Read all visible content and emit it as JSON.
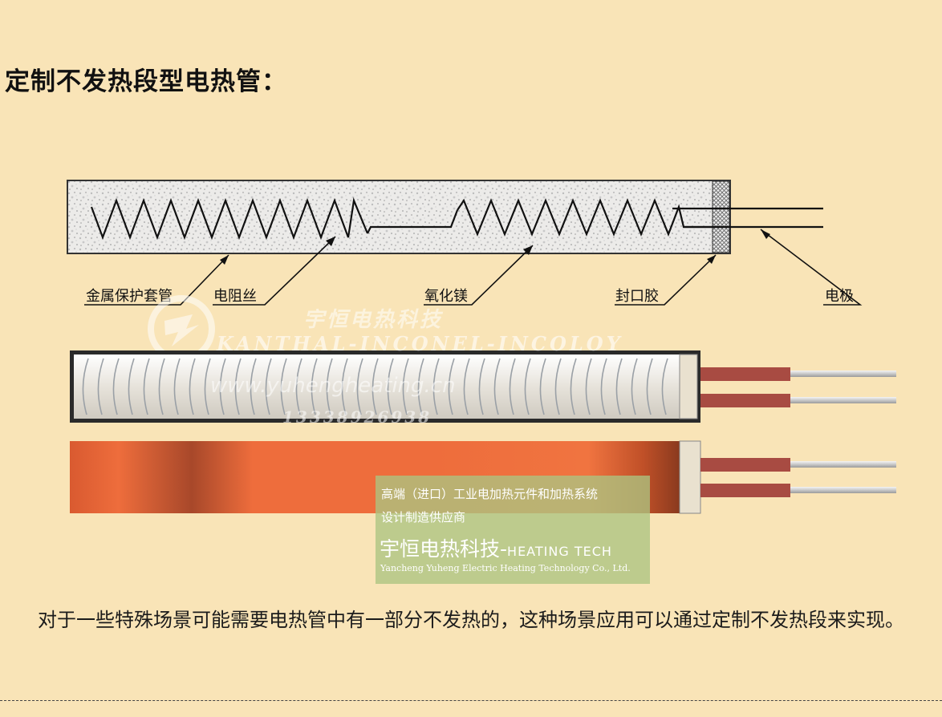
{
  "title": "定制不发热段型电热管：",
  "diagram": {
    "labels": {
      "sheath": "金属保护套管",
      "resistance_wire": "电阻丝",
      "magnesium_oxide": "氧化镁",
      "seal": "封口胶",
      "electrode": "电极"
    }
  },
  "watermark": {
    "company_cn": "宇恒电热科技",
    "brands": "KANTHAL-INCONEL-INCOLOY",
    "website": "www.yuhengheating.cn",
    "phone": "13338926938"
  },
  "ad": {
    "line1": "高端（进口）工业电加热元件和加热系统",
    "line2": "设计制造供应商",
    "brand": "宇恒电热科技-",
    "brand_sub": "HEATING TECH",
    "company": "Yancheng Yuheng Electric Heating Technology Co., Ltd."
  },
  "caption": "对于一些特殊场景可能需要电热管中有一部分不发热的，这种场景应用可以通过定制不发热段来实现。",
  "colors": {
    "background": "#f9e4b7",
    "tube_hot": "#ee6d3c",
    "lead_wire": "#a84b42",
    "ad_box": "#acc482"
  }
}
